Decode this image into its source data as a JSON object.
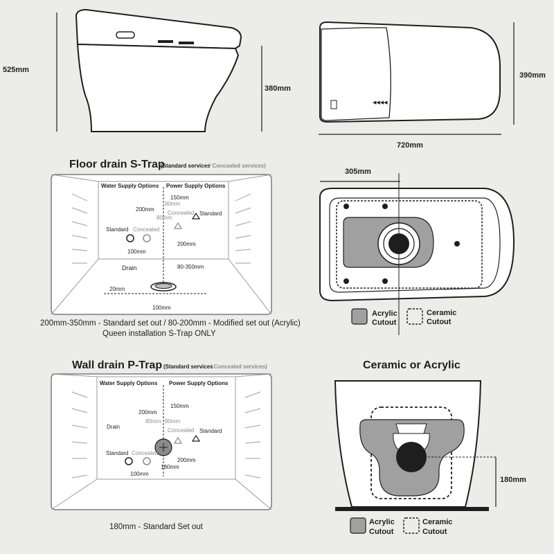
{
  "top_view": {
    "height_total": "525mm",
    "height_bowl": "380mm",
    "depth": "390mm",
    "length": "720mm"
  },
  "s_trap": {
    "title": "Floor drain S-Trap",
    "subtitle_standard": "(Standard services",
    "subtitle_concealed": " / Concealed services)",
    "water_supply": "Water Supply Options",
    "power_supply": "Power Supply Options",
    "d_150": "150mm",
    "d_200": "200mm",
    "d_80a": "80mm",
    "d_80b": "80mm",
    "concealed_1": "Concealed",
    "concealed_2": "Concealed",
    "standard_1": "Standard",
    "standard_2": "Standard",
    "d_100": "100mm",
    "d_200b": "200mm",
    "drain": "Drain",
    "d_80_350": "80-350mm",
    "d_20": "20mm",
    "d_100b": "100mm",
    "caption_1": "200mm-350mm - Standard set out / 80-200mm - Modified set out (Acrylic)",
    "caption_2": "Queen installation S-Trap ONLY"
  },
  "bottom_view": {
    "width": "305mm",
    "acrylic": "Acrylic",
    "acrylic_2": "Cutout",
    "ceramic": "Ceramic",
    "ceramic_2": "Cutout"
  },
  "p_trap": {
    "title": "Wall drain P-Trap",
    "subtitle_standard": "(Standard services",
    "subtitle_concealed": " / Concealed services)",
    "water_supply": "Water Supply Options",
    "power_supply": "Power Supply Options",
    "d_150": "150mm",
    "d_200": "200mm",
    "d_80a": "80mm",
    "d_80b": "80mm",
    "drain": "Drain",
    "concealed_1": "Concealed",
    "concealed_2": "Concealed",
    "standard_1": "Standard",
    "standard_2": "Standard",
    "d_100": "100mm",
    "d_180": "180mm",
    "d_200b": "200mm",
    "caption": "180mm - Standard Set out"
  },
  "rear_view": {
    "title": "Ceramic or Acrylic",
    "height": "180mm",
    "acrylic": "Acrylic",
    "acrylic_2": "Cutout",
    "ceramic": "Ceramic",
    "ceramic_2": "Cutout"
  }
}
